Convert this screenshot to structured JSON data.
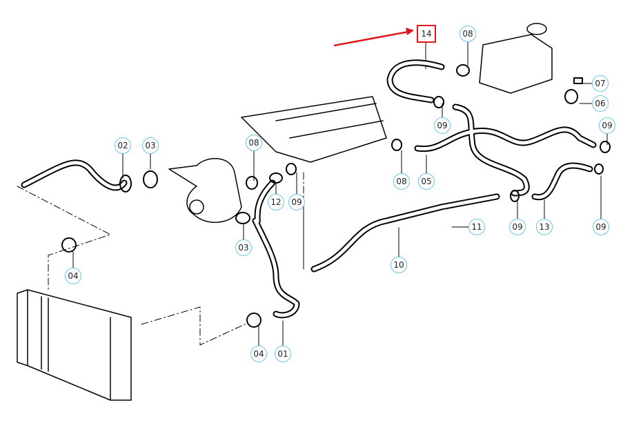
{
  "diagram": {
    "highlight_color": "#e0161b",
    "callout_color": "#6cc4ea",
    "highlighted_part": "14",
    "callouts": [
      "14",
      "08",
      "07",
      "06",
      "09",
      "09",
      "02",
      "03",
      "08",
      "08",
      "05",
      "12",
      "09",
      "11",
      "09",
      "13",
      "09",
      "03",
      "04",
      "10",
      "04",
      "01"
    ]
  }
}
